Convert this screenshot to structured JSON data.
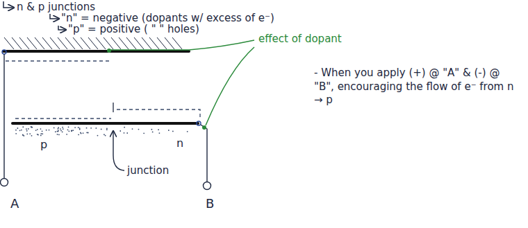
{
  "diagram": {
    "labels": [
      "n & p junctions",
      "\"n\" = negative (dopants w/ excess of e⁻)",
      "\"p\" = positive ( \" \" holes)",
      "effect of dopant",
      "- When you apply (+) @ \"A\" & (-) @ \"B\", encouraging the flow of e⁻ from n → p",
      "p",
      "n",
      "junction",
      "A",
      "B"
    ]
  }
}
